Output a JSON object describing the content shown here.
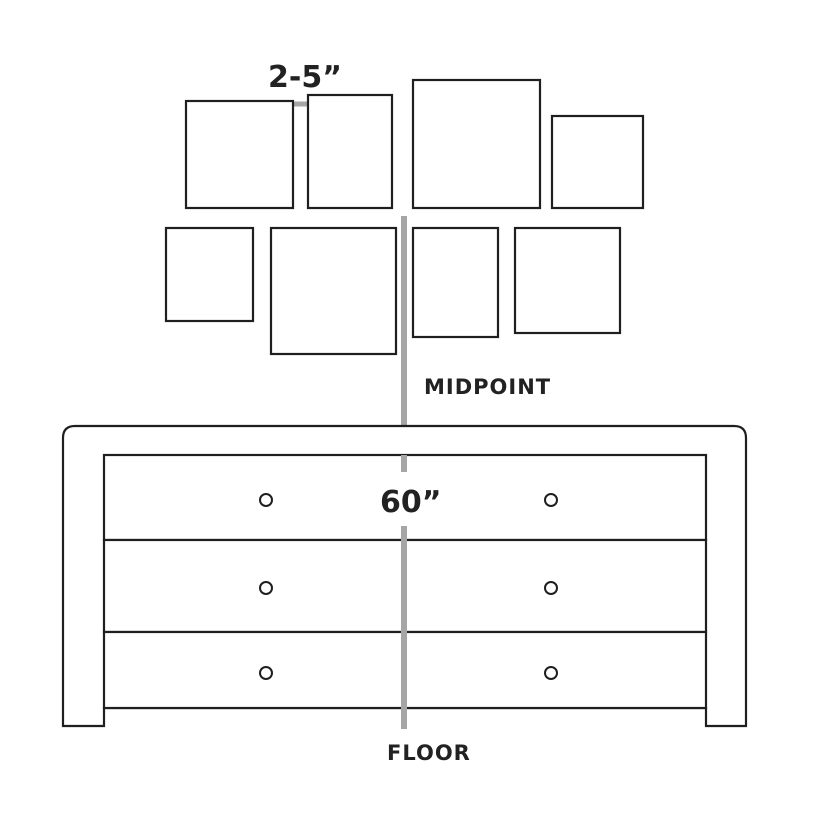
{
  "labels": {
    "spacing": "2-5”",
    "midpoint": "MIDPOINT",
    "height": "60”",
    "floor": "FLOOR"
  },
  "colors": {
    "outline": "#1f1f1f",
    "guide_line": "#a6a6a6",
    "background": "#ffffff"
  },
  "dresser": {
    "drawer_count": 3,
    "knobs_per_drawer": 2
  },
  "frames": {
    "top_row_count": 4,
    "bottom_row_count": 4
  }
}
